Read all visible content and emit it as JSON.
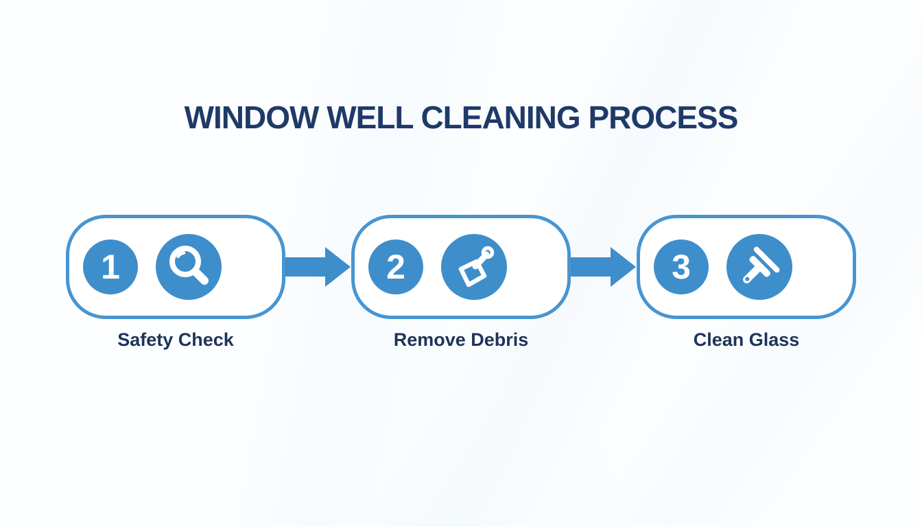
{
  "title": "WINDOW WELL CLEANING PROCESS",
  "colors": {
    "accent_blue": "#3e8ecb",
    "card_border_blue": "#4795d2",
    "title_navy": "#1f3a68",
    "label_navy": "#1d3458",
    "background": "#fdfeff",
    "icon_white": "#ffffff"
  },
  "steps": [
    {
      "number": "1",
      "label": "Safety Check",
      "icon": "magnifier-icon"
    },
    {
      "number": "2",
      "label": "Remove Debris",
      "icon": "dustpan-icon"
    },
    {
      "number": "3",
      "label": "Clean Glass",
      "icon": "squeegee-icon"
    }
  ],
  "connector": {
    "shape": "arrow-right"
  }
}
